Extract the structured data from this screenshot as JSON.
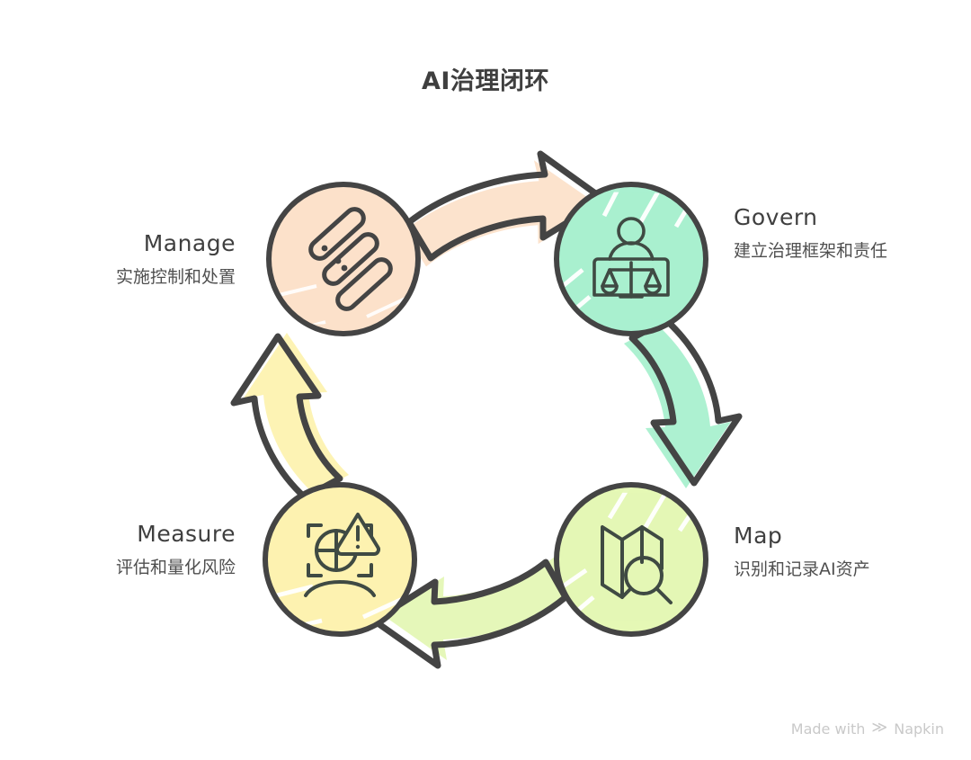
{
  "title": "AI治理闭环",
  "diagram": {
    "type": "cycle",
    "direction": "clockwise",
    "nodes": [
      {
        "id": "manage",
        "title": "Manage",
        "description": "实施控制和处置",
        "icon": "sliders-icon",
        "color": "#fce1ca",
        "label_side": "left",
        "position": "top-left"
      },
      {
        "id": "govern",
        "title": "Govern",
        "description": "建立治理框架和责任",
        "icon": "justice-scales-icon",
        "color": "#a9f0cf",
        "label_side": "right",
        "position": "top-right"
      },
      {
        "id": "map",
        "title": "Map",
        "description": "识别和记录AI资产",
        "icon": "map-search-icon",
        "color": "#e4f7b5",
        "label_side": "right",
        "position": "bottom-right"
      },
      {
        "id": "measure",
        "title": "Measure",
        "description": "评估和量化风险",
        "icon": "risk-assessment-icon",
        "color": "#fdf2b0",
        "label_side": "left",
        "position": "bottom-left"
      }
    ],
    "arrows": [
      {
        "id": "manage-to-govern",
        "from": "manage",
        "to": "govern",
        "color": "#fce1ca"
      },
      {
        "id": "govern-to-map",
        "from": "govern",
        "to": "map",
        "color": "#a9f0cf"
      },
      {
        "id": "map-to-measure",
        "from": "map",
        "to": "measure",
        "color": "#e4f7b5"
      },
      {
        "id": "measure-to-manage",
        "from": "measure",
        "to": "manage",
        "color": "#fdf2b0"
      }
    ],
    "stroke_color": "#444444"
  },
  "watermark": {
    "prefix": "Made with",
    "mark": "≫",
    "brand": "Napkin"
  }
}
